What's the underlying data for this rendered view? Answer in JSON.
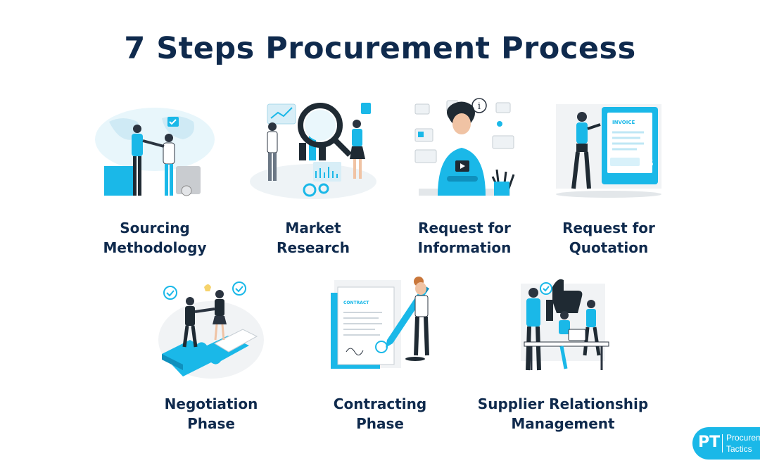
{
  "title": "7 Steps Procurement Process",
  "steps": [
    {
      "label_line1": "Sourcing",
      "label_line2": "Methodology",
      "icon": "handshake-globe-illustration"
    },
    {
      "label_line1": "Market",
      "label_line2": "Research",
      "icon": "magnifier-research-illustration"
    },
    {
      "label_line1": "Request for",
      "label_line2": "Information",
      "icon": "information-person-illustration"
    },
    {
      "label_line1": "Request for",
      "label_line2": "Quotation",
      "icon": "invoice-illustration"
    },
    {
      "label_line1": "Negotiation",
      "label_line2": "Phase",
      "icon": "puzzle-handshake-illustration"
    },
    {
      "label_line1": "Contracting",
      "label_line2": "Phase",
      "icon": "contract-pen-illustration"
    },
    {
      "label_line1": "Supplier Relationship",
      "label_line2": "Management",
      "icon": "team-like-illustration"
    }
  ],
  "logo": {
    "mark": "PT",
    "line1": "Procurement",
    "line2": "Tactics"
  },
  "colors": {
    "title": "#0f2a4d",
    "accent": "#1ab8e8",
    "dark": "#1f2a33"
  }
}
